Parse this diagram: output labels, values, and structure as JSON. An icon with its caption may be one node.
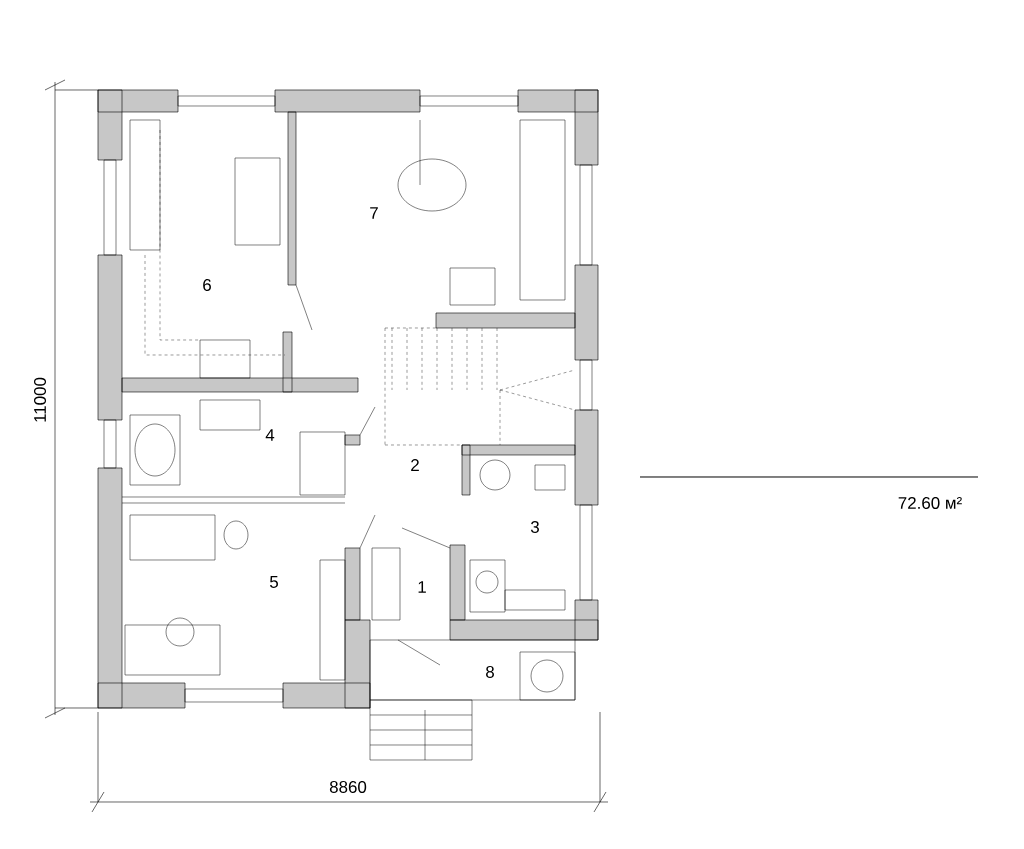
{
  "diagram": {
    "labels": [
      "7",
      "6",
      "4",
      "2",
      "3",
      "5",
      "1",
      "8",
      "11000",
      "72.60 м²",
      "8860"
    ]
  }
}
